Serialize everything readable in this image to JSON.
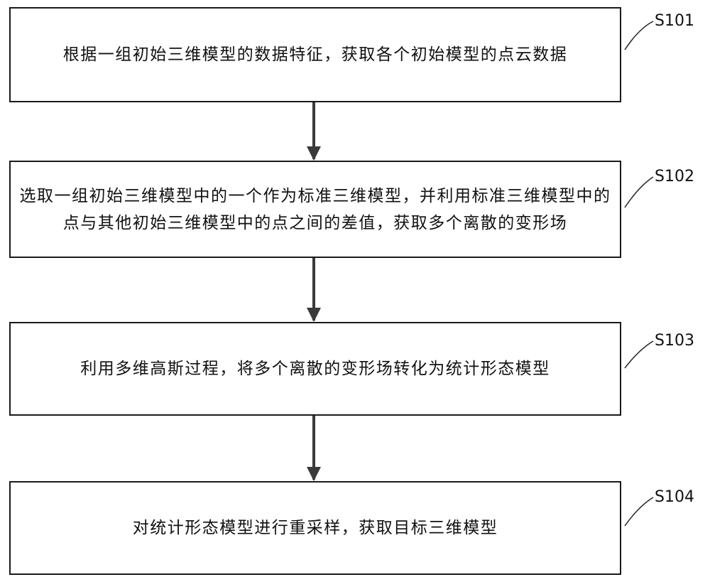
{
  "steps": [
    {
      "id": "S101",
      "text": "根据一组初始三维模型的数据特征，获取各个初始模型的点云数据"
    },
    {
      "id": "S102",
      "text": "选取一组初始三维模型中的一个作为标准三维模型，并利用标准三维模型中的点与其他初始三维模型中的点之间的差值，获取多个离散的变形场"
    },
    {
      "id": "S103",
      "text": "利用多维高斯过程，将多个离散的变形场转化为统计形态模型"
    },
    {
      "id": "S104",
      "text": "对统计形态模型进行重采样，获取目标三维模型"
    }
  ]
}
